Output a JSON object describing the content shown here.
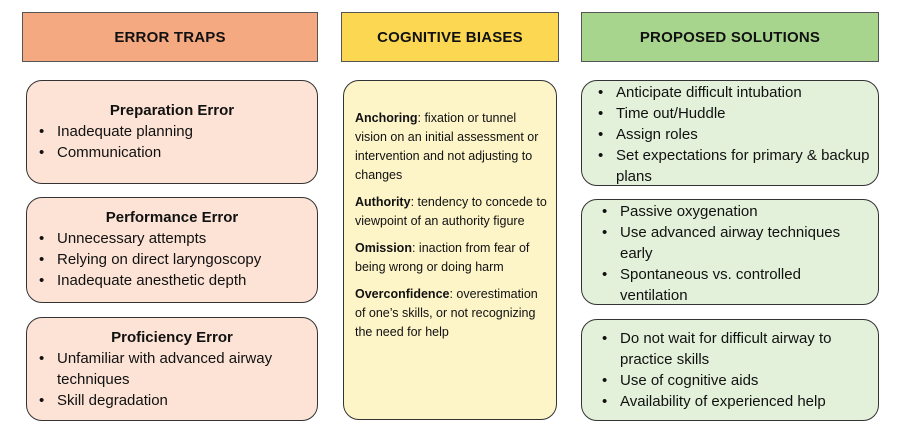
{
  "headers": {
    "error_traps": "ERROR TRAPS",
    "cognitive_biases": "COGNITIVE BIASES",
    "proposed_solutions": "PROPOSED SOLUTIONS"
  },
  "error_traps": [
    {
      "title": "Preparation Error",
      "items": [
        "Inadequate planning",
        "Communication"
      ]
    },
    {
      "title": "Performance Error",
      "items": [
        "Unnecessary attempts",
        "Relying on direct laryngoscopy",
        "Inadequate anesthetic depth"
      ]
    },
    {
      "title": "Proficiency Error",
      "items": [
        "Unfamiliar with advanced airway techniques",
        "Skill degradation"
      ]
    }
  ],
  "cognitive_biases": [
    {
      "term": "Anchoring",
      "text": ": fixation or tunnel vision on an initial assessment or intervention and not adjusting to changes"
    },
    {
      "term": "Authority",
      "text": ": tendency to concede to viewpoint of an authority figure"
    },
    {
      "term": "Omission",
      "text": ": inaction from fear of being wrong or doing harm"
    },
    {
      "term": "Overconfidence",
      "text": ": overestimation of one’s skills, or not recognizing the need for help"
    }
  ],
  "proposed_solutions": [
    {
      "items": [
        "Anticipate difficult intubation",
        "Time out/Huddle",
        "Assign roles",
        "Set expectations for primary & backup plans"
      ]
    },
    {
      "items": [
        "Passive oxygenation",
        "Use advanced airway techniques early",
        "Spontaneous vs. controlled ventilation"
      ]
    },
    {
      "items": [
        "Do not wait for difficult airway to practice skills",
        "Use of cognitive aids",
        "Availability of experienced help"
      ]
    }
  ]
}
